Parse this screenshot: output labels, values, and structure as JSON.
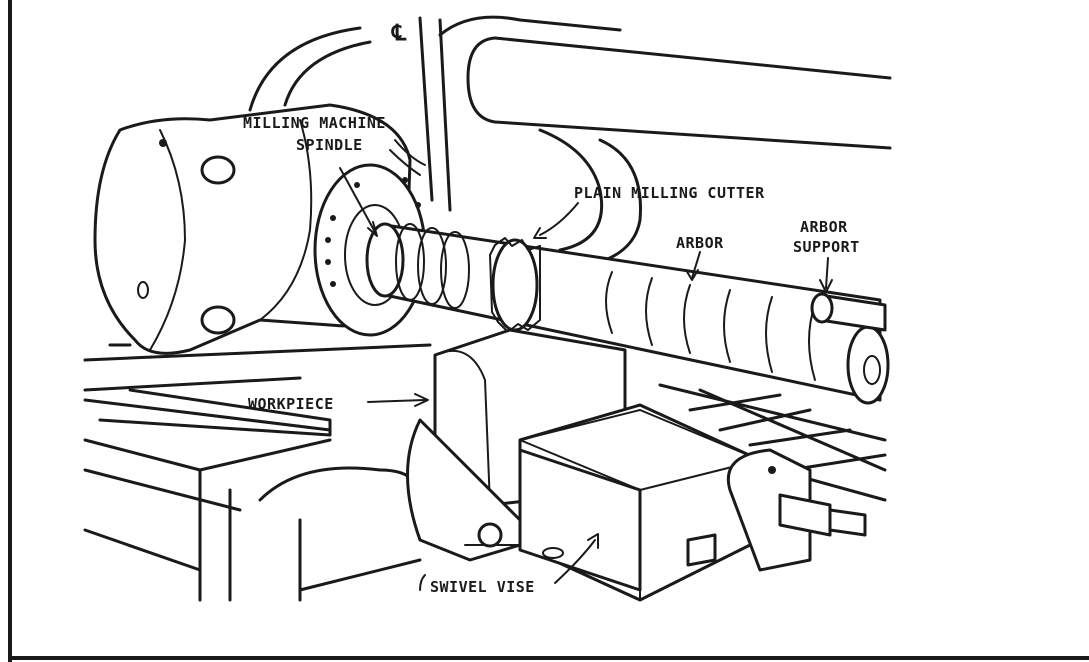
{
  "labels": {
    "spindle_line1": "MILLING MACHINE",
    "spindle_line2": "SPINDLE",
    "cutter": "PLAIN MILLING CUTTER",
    "arbor": "ARBOR",
    "arbor_support_line1": "ARBOR",
    "arbor_support_line2": "SUPPORT",
    "workpiece": "WORKPIECE",
    "vise": "SWIVEL VISE",
    "centerline_mark": "℄"
  }
}
